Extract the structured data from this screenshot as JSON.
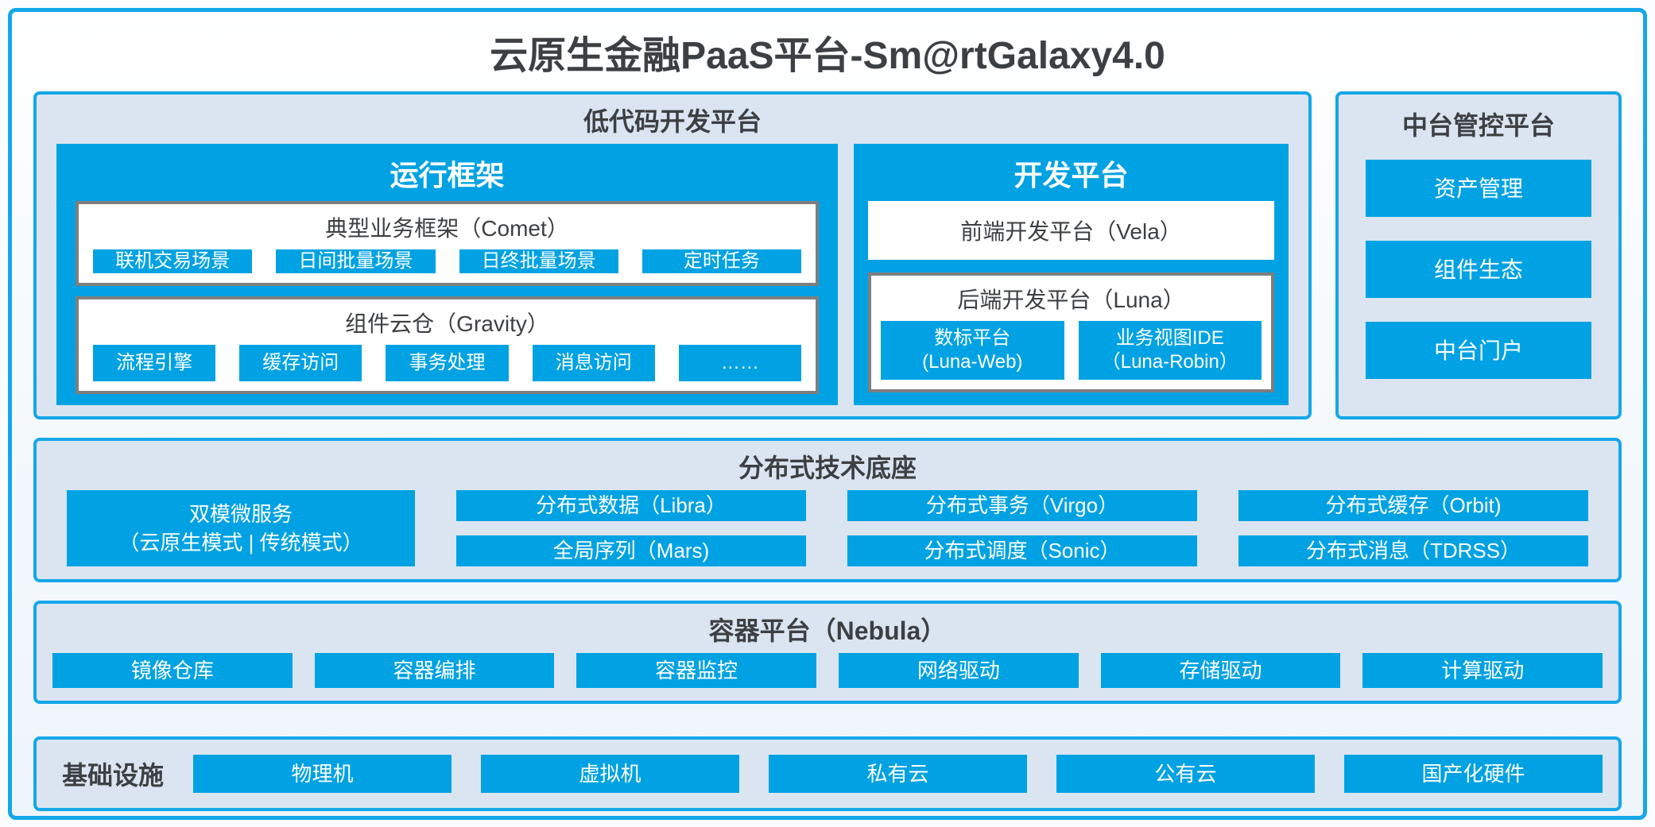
{
  "page": {
    "title": "云原生金融PaaS平台-Sm@rtGalaxy4.0"
  },
  "colors": {
    "primary_blue": "#00a2e3",
    "border_blue": "#14a7e9",
    "section_fill": "#dbe5f1",
    "gray_border": "#7e7e7e",
    "dark_text": "#3d4043",
    "button_text": "#ffffff"
  },
  "lowcode": {
    "title": "低代码开发平台",
    "runtime": {
      "title": "运行框架",
      "comet": {
        "title": "典型业务框架（Comet）",
        "items": [
          "联机交易场景",
          "日间批量场景",
          "日终批量场景",
          "定时任务"
        ]
      },
      "gravity": {
        "title": "组件云仓（Gravity）",
        "items": [
          "流程引擎",
          "缓存访问",
          "事务处理",
          "消息访问",
          "……"
        ]
      }
    },
    "dev": {
      "title": "开发平台",
      "vela": "前端开发平台（Vela）",
      "luna": {
        "title": "后端开发平台（Luna）",
        "items": [
          {
            "name": "数标平台",
            "sub": "(Luna-Web)"
          },
          {
            "name": "业务视图IDE",
            "sub": "（Luna-Robin）"
          }
        ]
      }
    }
  },
  "midplatform": {
    "title": "中台管控平台",
    "items": [
      "资产管理",
      "组件生态",
      "中台门户"
    ]
  },
  "distributed": {
    "title": "分布式技术底座",
    "dual": {
      "line1": "双模微服务",
      "line2": "（云原生模式 | 传统模式）"
    },
    "columns": [
      [
        "分布式数据（Libra）",
        "全局序列（Mars)"
      ],
      [
        "分布式事务（Virgo）",
        "分布式调度（Sonic）"
      ],
      [
        "分布式缓存（Orbit)",
        "分布式消息（TDRSS）"
      ]
    ]
  },
  "nebula": {
    "title": "容器平台（Nebula）",
    "items": [
      "镜像仓库",
      "容器编排",
      "容器监控",
      "网络驱动",
      "存储驱动",
      "计算驱动"
    ]
  },
  "infrastructure": {
    "title": "基础设施",
    "items": [
      "物理机",
      "虚拟机",
      "私有云",
      "公有云",
      "国产化硬件"
    ]
  }
}
